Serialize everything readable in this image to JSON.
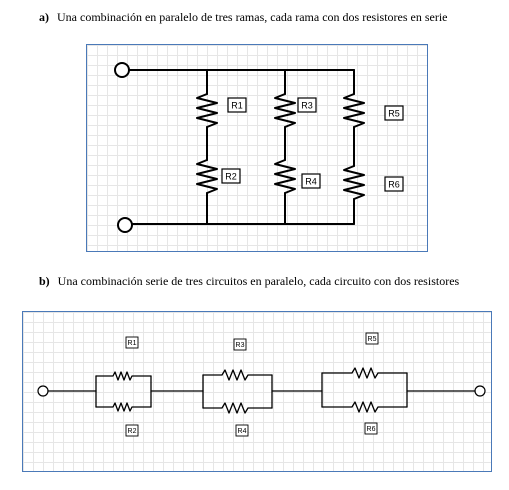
{
  "part_a": {
    "letter": "a)",
    "caption": "Una combinación en paralelo de tres ramas, cada rama con dos resistores en serie",
    "resistors": [
      "R1",
      "R2",
      "R3",
      "R4",
      "R5",
      "R6"
    ]
  },
  "part_b": {
    "letter": "b)",
    "caption": "Una combinación serie de tres circuitos en paralelo, cada circuito con dos resistores",
    "resistors": [
      "R1",
      "R2",
      "R3",
      "R4",
      "R5",
      "R6"
    ]
  }
}
